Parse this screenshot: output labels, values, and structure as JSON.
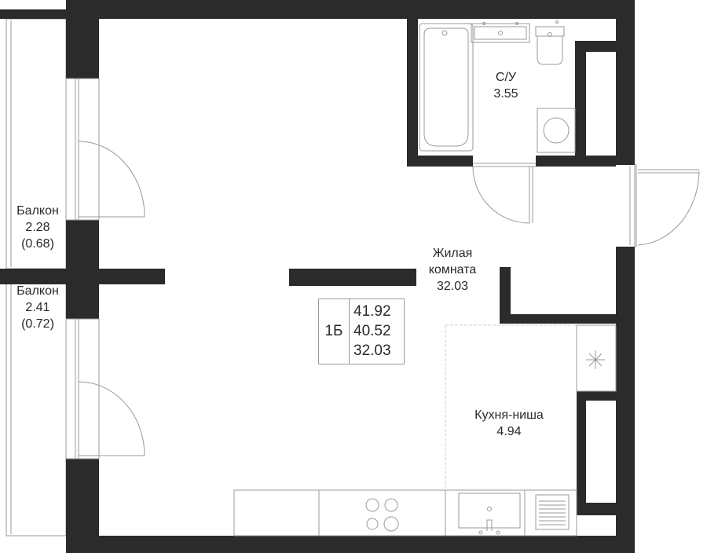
{
  "rooms": {
    "balcony_1": {
      "name": "Балкон",
      "area": "2.28",
      "area_reduced": "(0.68)"
    },
    "balcony_2": {
      "name": "Балкон",
      "area": "2.41",
      "area_reduced": "(0.72)"
    },
    "bathroom": {
      "name": "С/У",
      "area": "3.55"
    },
    "living": {
      "name_line1": "Жилая",
      "name_line2": "комната",
      "area": "32.03"
    },
    "kitchen": {
      "name": "Кухня-ниша",
      "area": "4.94"
    }
  },
  "apartment": {
    "type_code": "1Б",
    "area_total": "41.92",
    "area_main": "40.52",
    "area_living": "32.03"
  },
  "colors": {
    "wall": "#2b2b2b",
    "line": "#9a9a9a",
    "text": "#2a2a2a"
  }
}
